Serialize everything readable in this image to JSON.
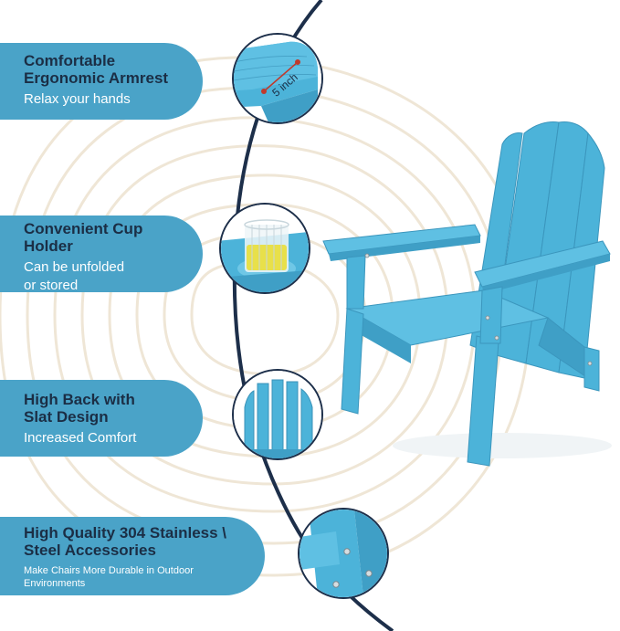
{
  "colors": {
    "accent": "#4aa3c8",
    "navy": "#1b2e45",
    "chair": "#4cb3d9",
    "ring": "#efe6d6"
  },
  "features": [
    {
      "title": "Comfortable\nErgonomic Armrest",
      "subtitle": "Relax your hands",
      "detail_icon": "armrest-measure-detail",
      "measure_label": "5 inch"
    },
    {
      "title": "Convenient Cup\nHolder",
      "subtitle": "Can be unfolded\nor stored",
      "detail_icon": "cup-holder-detail"
    },
    {
      "title": "High Back with\nSlat Design",
      "subtitle": "Increased Comfort",
      "detail_icon": "slat-back-detail"
    },
    {
      "title": "High Quality 304 Stainless \\\nSteel Accessories",
      "subtitle": "Make Chairs More Durable in Outdoor\nEnvironments",
      "detail_icon": "stainless-bolts-detail"
    }
  ],
  "product_icon": "adirondack-chair"
}
